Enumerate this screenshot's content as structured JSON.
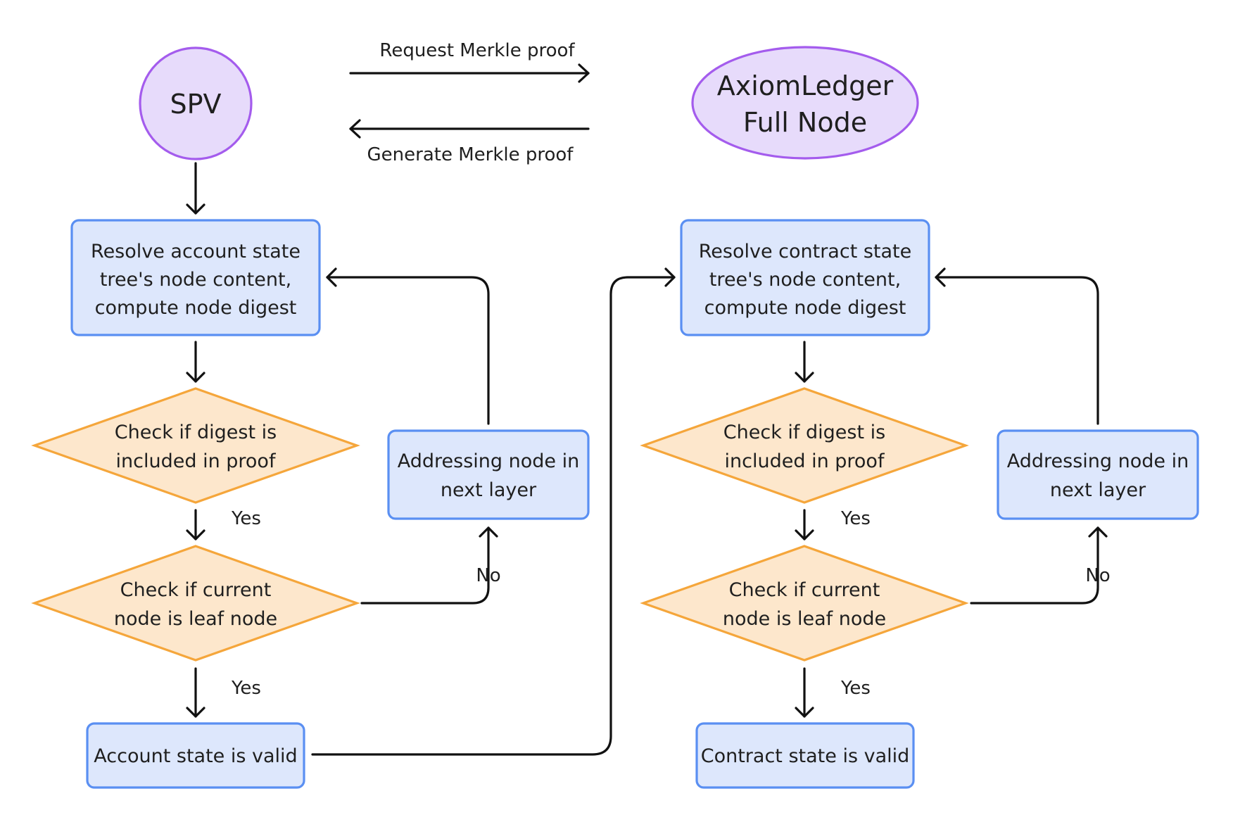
{
  "nodes": {
    "spv": "SPV",
    "full_node": [
      "AxiomLedger",
      "Full Node"
    ],
    "resolve_account": [
      "Resolve account state",
      "tree's node content,",
      "compute node digest"
    ],
    "check_digest_left": [
      "Check if digest is",
      "included in proof"
    ],
    "check_leaf_left": [
      "Check if current",
      "node is leaf node"
    ],
    "account_valid": "Account state is valid",
    "addressing_left": [
      "Addressing node in",
      "next layer"
    ],
    "resolve_contract": [
      "Resolve contract state",
      "tree's node content,",
      "compute node digest"
    ],
    "check_digest_right": [
      "Check if digest is",
      "included in proof"
    ],
    "check_leaf_right": [
      "Check if current",
      "node is leaf node"
    ],
    "contract_valid": "Contract state is valid",
    "addressing_right": [
      "Addressing node in",
      "next layer"
    ]
  },
  "edges": {
    "request": "Request Merkle proof",
    "generate": "Generate Merkle proof",
    "yes_left_1": "Yes",
    "yes_left_2": "Yes",
    "no_left": "No",
    "yes_right_1": "Yes",
    "yes_right_2": "Yes",
    "no_right": "No"
  },
  "colors": {
    "box_fill": "#dde7fc",
    "box_stroke": "#5a8ff2",
    "diamond_fill": "#fde7cc",
    "diamond_stroke": "#f5a63b",
    "circle_fill": "#e7dbfb",
    "circle_stroke": "#a45ced"
  }
}
